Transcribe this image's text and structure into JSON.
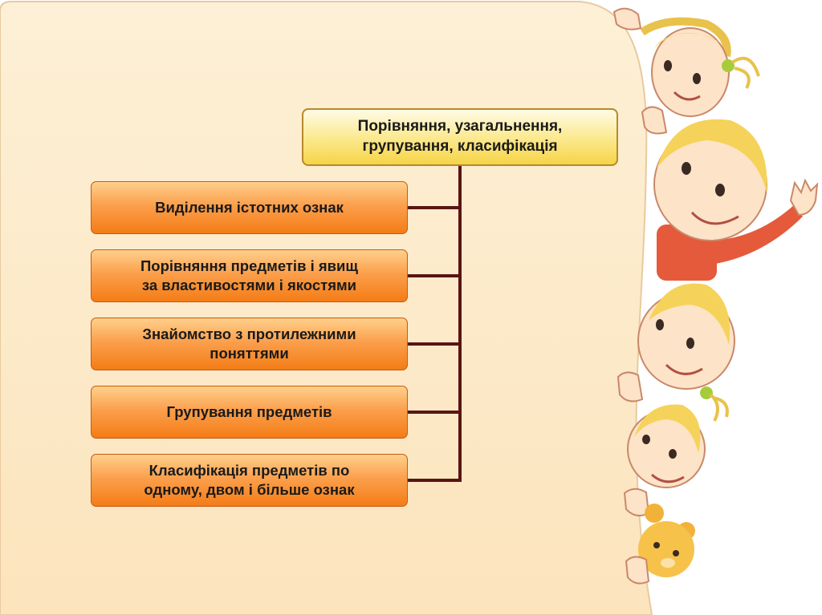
{
  "diagram": {
    "root": {
      "label": "Порівняння, узагальнення,\nгрупування, класифікація"
    },
    "children": [
      {
        "label": "Виділення істотних ознак"
      },
      {
        "label": "Порівняння предметів і явищ\nза властивостями і якостями"
      },
      {
        "label": "Знайомство з протилежними\nпоняттями"
      },
      {
        "label": "Групування предметів"
      },
      {
        "label": "Класифікація предметів по\nодному, двом і більше ознак"
      }
    ]
  },
  "colors": {
    "panel": "#fdeccd",
    "root_fill": "#f8d84e",
    "child_fill": "#f68a2a",
    "connector": "#5a1414"
  },
  "illustration": {
    "subject": "cartoon-children-peeking-icon"
  }
}
